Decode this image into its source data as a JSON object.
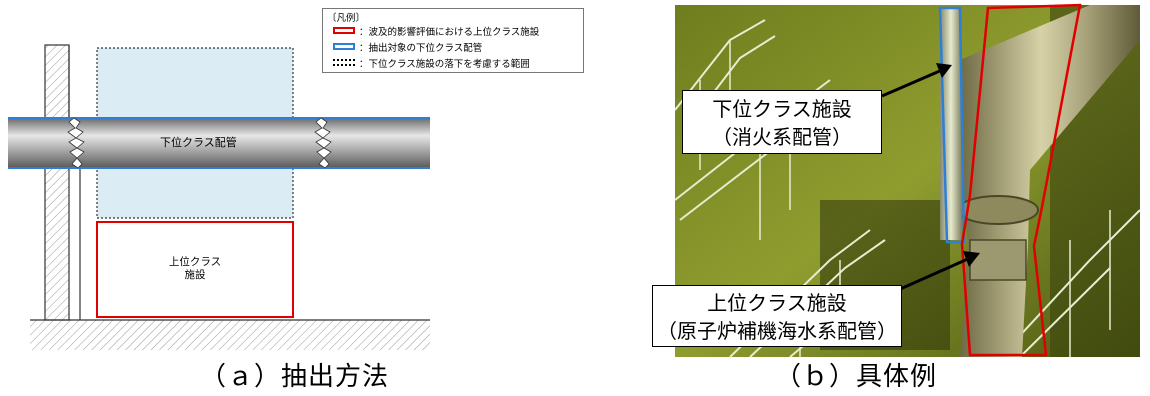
{
  "diagram_a": {
    "legend": {
      "title": "〔凡例〕",
      "items": [
        {
          "label": "：波及的影響評価における上位クラス施設",
          "color": "#e00000",
          "style": "solid"
        },
        {
          "label": "：抽出対象の下位クラス配管",
          "color": "#2e7fd6",
          "style": "solid"
        },
        {
          "label": "：下位クラス施設の落下を考慮する範囲",
          "color": "#000000",
          "style": "dotted"
        }
      ]
    },
    "pipe_label": "下位クラス配管",
    "upper_facility_line1": "上位クラス",
    "upper_facility_line2": "施設",
    "caption": "（ａ）抽出方法"
  },
  "diagram_b": {
    "lower_callout_line1": "下位クラス施設",
    "lower_callout_line2": "（消火系配管）",
    "upper_callout_line1": "上位クラス施設",
    "upper_callout_line2": "（原子炉補機海水系配管）",
    "caption": "（ｂ）具体例"
  },
  "colors": {
    "upper_class_outline": "#e00000",
    "lower_class_outline": "#2e7fd6",
    "drop_zone_fill": "#dbecf4",
    "photo_tint": "#8a9a2a"
  }
}
